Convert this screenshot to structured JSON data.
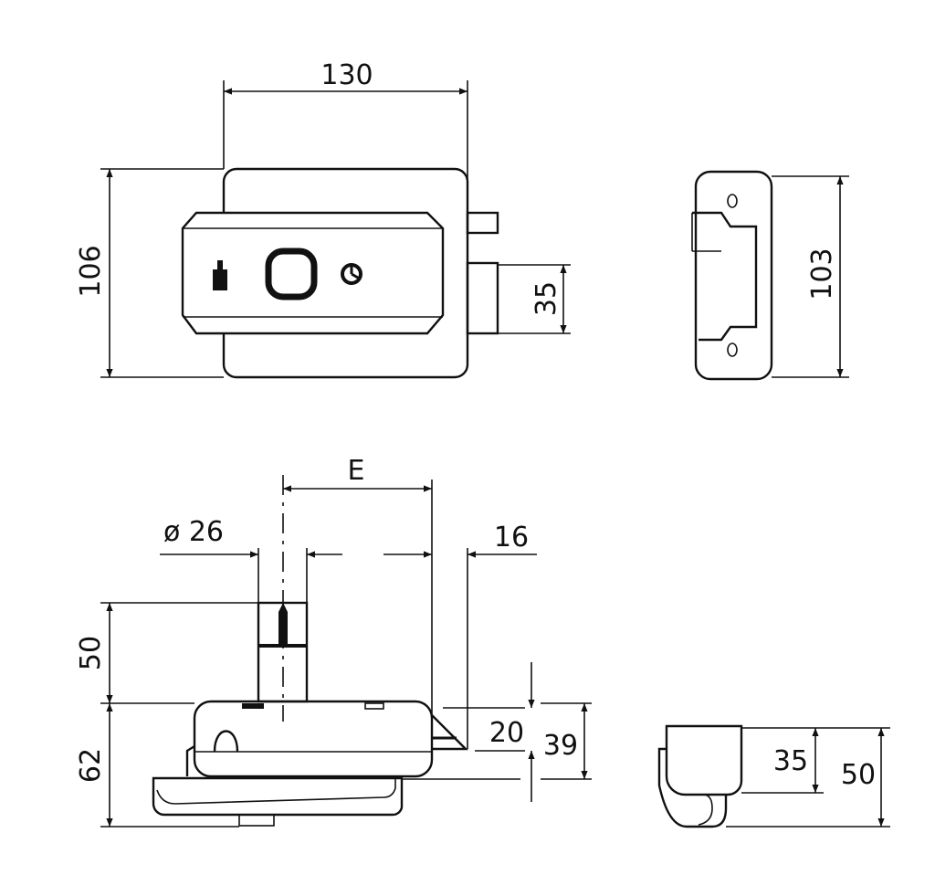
{
  "title": "Lock dimension drawing",
  "front_view": {
    "width": "130",
    "height": "106",
    "latch_height": "35"
  },
  "side_view": {
    "height": "103"
  },
  "bottom_view": {
    "E": "E",
    "cylinder_diameter": "ø 26",
    "offset": "16",
    "cylinder_height": "50",
    "body_depth": "62",
    "latch_thickness": "20",
    "plate_depth": "39"
  },
  "strike_view": {
    "inner": "35",
    "outer": "50"
  }
}
